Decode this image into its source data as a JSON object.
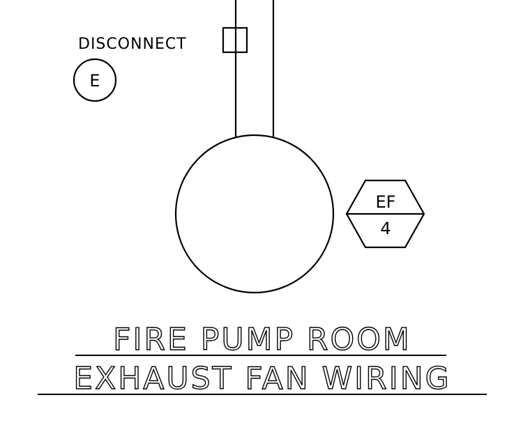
{
  "disconnect_label": "DISCONNECT",
  "circuit_tag": "E",
  "equipment_tag": {
    "type": "EF",
    "number": "4"
  },
  "title": {
    "line1": "FIRE PUMP ROOM",
    "line2": "EXHAUST FAN WIRING"
  },
  "colors": {
    "ink": "#000000",
    "paper": "#ffffff"
  }
}
